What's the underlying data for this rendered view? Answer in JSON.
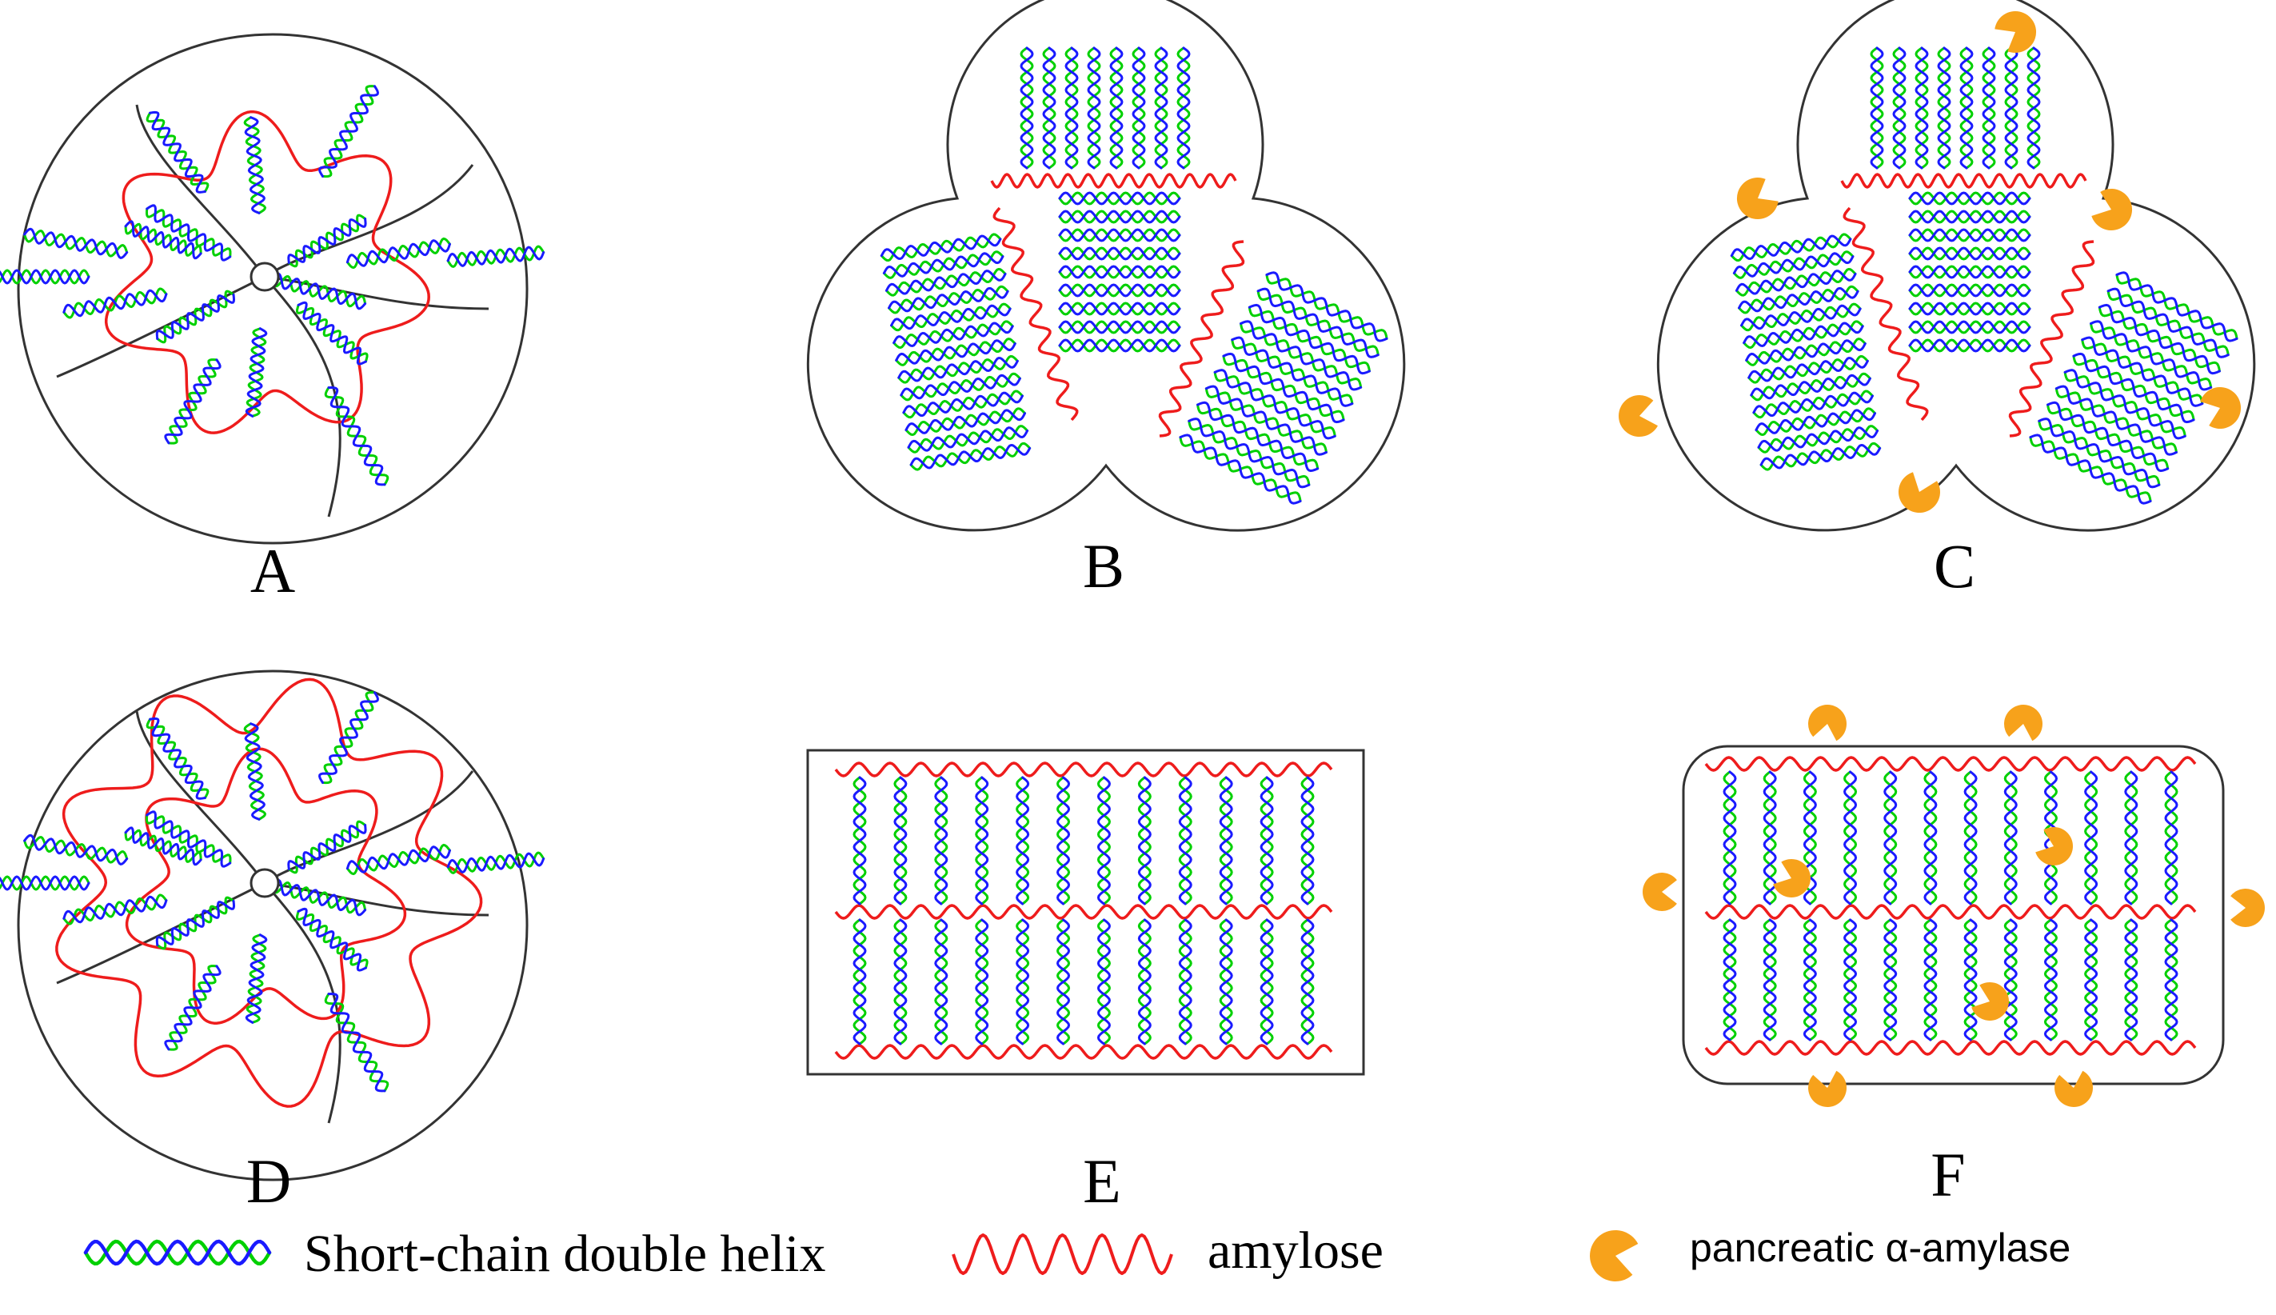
{
  "panels": [
    {
      "id": "A",
      "label": "A"
    },
    {
      "id": "B",
      "label": "B"
    },
    {
      "id": "C",
      "label": "C"
    },
    {
      "id": "D",
      "label": "D"
    },
    {
      "id": "E",
      "label": "E"
    },
    {
      "id": "F",
      "label": "F"
    }
  ],
  "legend": {
    "helix_label": "Short-chain double helix",
    "amylose_label": "amylose",
    "enzyme_label": "pancreatic α-amylase"
  },
  "colors": {
    "helix_strand_1": "#00d000",
    "helix_strand_2": "#1a1aff",
    "amylose": "#ee1c1c",
    "enzyme": "#f7a21b",
    "outline": "#333333",
    "core_chain": "#333333"
  },
  "icons": {
    "helix": "double-helix-icon",
    "amylose": "wavy-chain-icon",
    "enzyme": "pacman-enzyme-icon"
  }
}
